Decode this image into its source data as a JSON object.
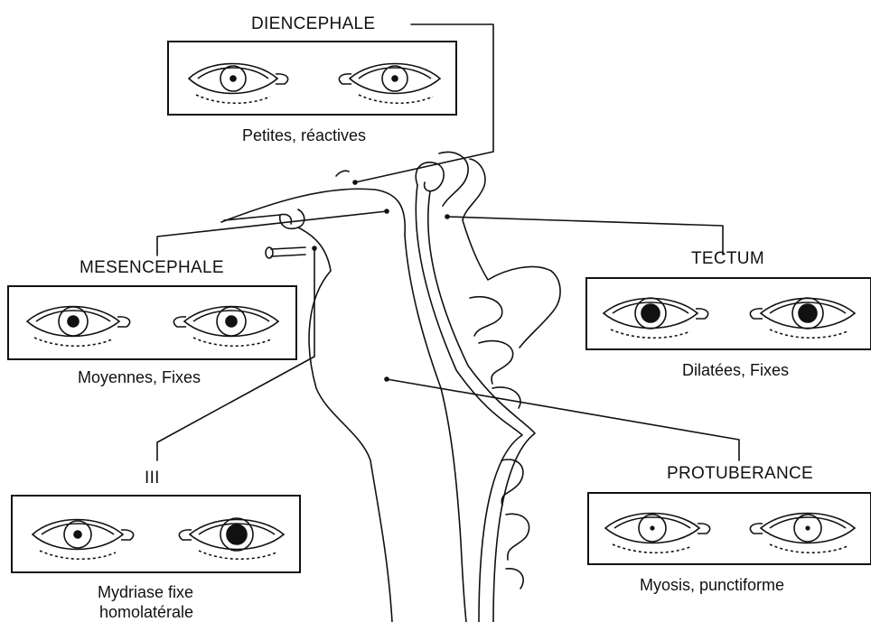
{
  "labels": {
    "diencephale": "DIENCEPHALE",
    "mesencephale": "MESENCEPHALE",
    "tectum": "TECTUM",
    "nerve_iii": "III",
    "protuberance": "PROTUBERANCE"
  },
  "captions": {
    "diencephale": "Petites, réactives",
    "mesencephale": "Moyennes, Fixes",
    "tectum": "Dilatées, Fixes",
    "nerve_iii_line1": "Mydriase fixe",
    "nerve_iii_line2": "homolatérale",
    "protuberance": "Myosis, punctiforme"
  },
  "pupils": {
    "diencephale": "small-reactive",
    "mesencephale": "mid-fixed",
    "tectum": "dilated-fixed",
    "nerve_iii": "unilateral-dilated",
    "protuberance": "pinpoint"
  },
  "colors": {
    "ink": "#111111",
    "paper": "#ffffff"
  }
}
